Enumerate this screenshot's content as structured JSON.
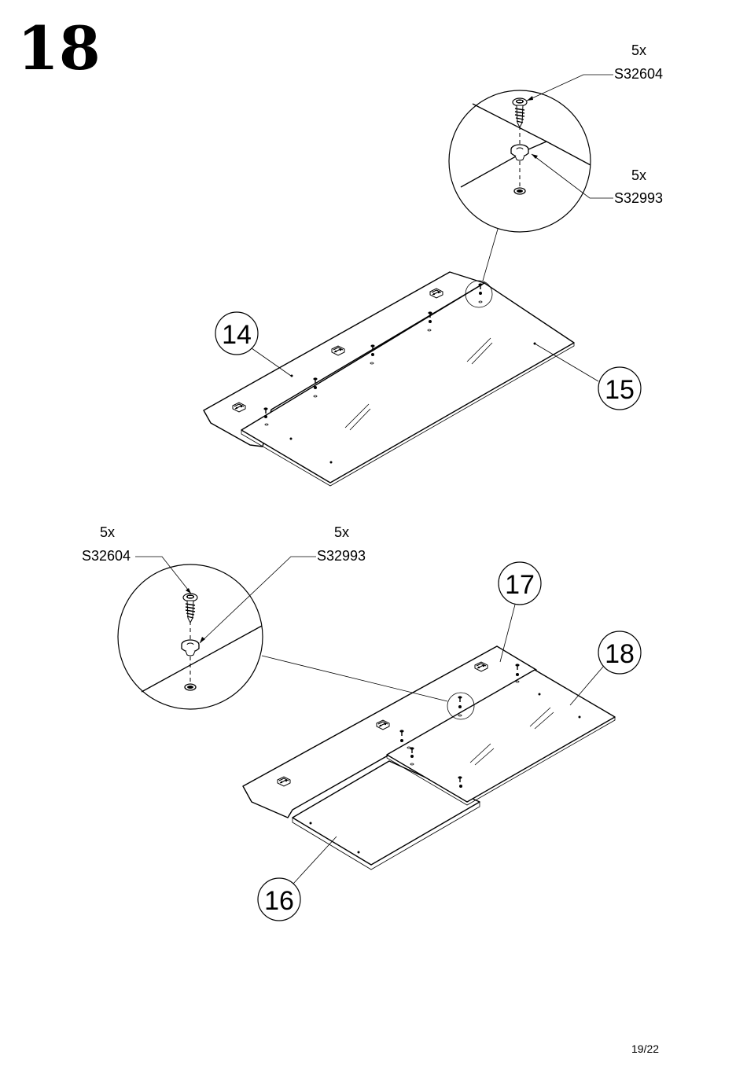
{
  "step": {
    "number": "18"
  },
  "page": {
    "label": "19/22"
  },
  "top": {
    "screw": {
      "qty": "5x",
      "code": "S32604"
    },
    "cap": {
      "qty": "5x",
      "code": "S32993"
    },
    "parts": [
      "14",
      "15"
    ]
  },
  "bottom": {
    "screw": {
      "qty": "5x",
      "code": "S32604"
    },
    "cap": {
      "qty": "5x",
      "code": "S32993"
    },
    "parts": [
      "17",
      "18",
      "16"
    ]
  }
}
